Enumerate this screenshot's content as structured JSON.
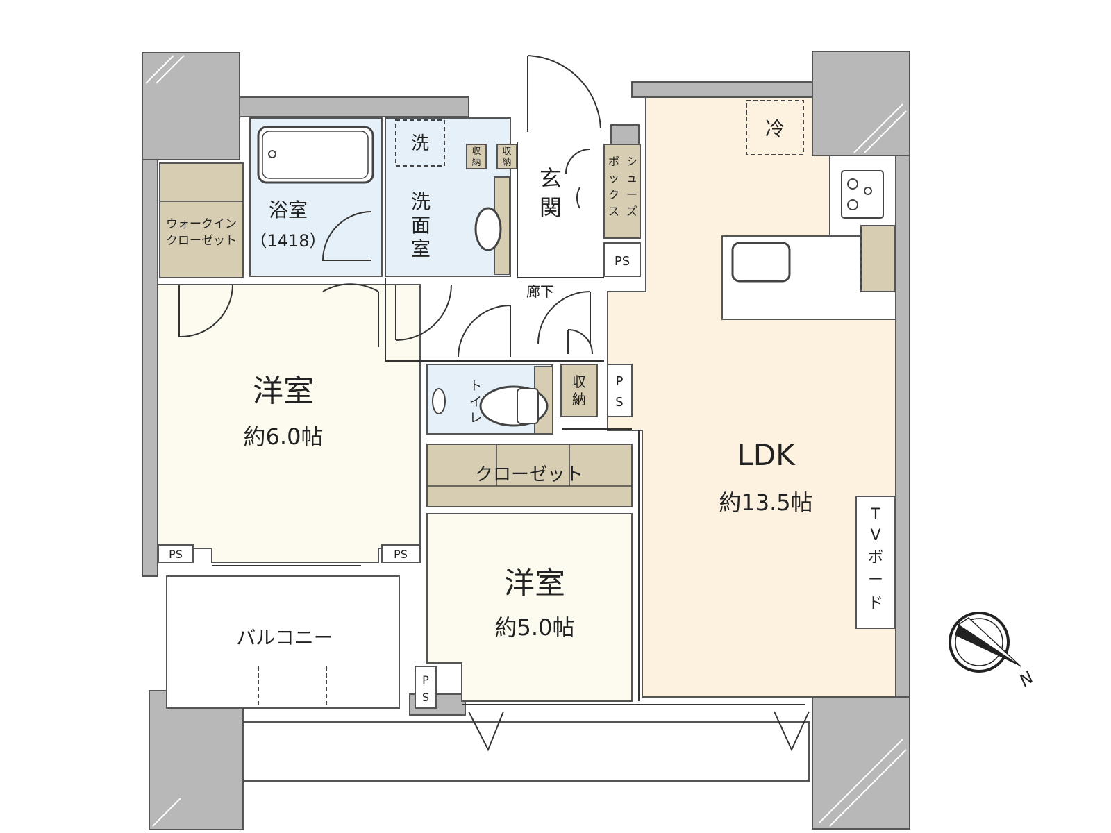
{
  "colors": {
    "wall": "#b8b8b8",
    "ldk_floor": "#fdf1e0",
    "western_floor": "#fdfbef",
    "wet_area": "#e5f0f8",
    "storage": "#d6cdb2",
    "balcony": "#ffffff"
  },
  "rooms": {
    "western_1": {
      "name": "洋室",
      "size": "約6.0帖"
    },
    "western_2": {
      "name": "洋室",
      "size": "約5.0帖"
    },
    "ldk": {
      "name": "LDK",
      "size": "約13.5帖"
    },
    "bath": {
      "name": "浴室",
      "size": "（1418）"
    },
    "washroom": [
      "洗",
      "面",
      "室"
    ],
    "entrance": [
      "玄",
      "関"
    ],
    "hallway": "廊下",
    "toilet": [
      "ト",
      "イ",
      "レ"
    ],
    "storage_small": [
      "収",
      "納"
    ],
    "walk_in_closet": [
      "ウォークイン",
      "クローゼット"
    ],
    "closet": "クローゼット",
    "shoe_box": [
      "シ",
      "ュ",
      "ー",
      "ズ",
      "ボ",
      "ッ",
      "ク",
      "ス"
    ],
    "balcony": "バルコニー",
    "tv_board": [
      "T",
      "V",
      "ボ",
      "ー",
      "ド"
    ],
    "fridge": "冷",
    "washer": "洗",
    "ps": "PS",
    "ps_vertical": [
      "P",
      "S"
    ],
    "mini_storage": [
      "収",
      "納"
    ]
  },
  "compass": {
    "north_label": "N"
  }
}
